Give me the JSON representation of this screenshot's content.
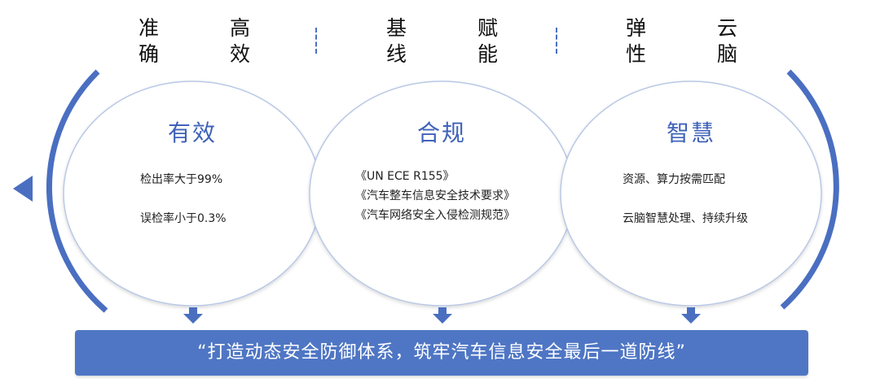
{
  "headers": [
    {
      "left_top": "准",
      "left_bottom": "确",
      "right_top": "高",
      "right_bottom": "效"
    },
    {
      "left_top": "基",
      "left_bottom": "线",
      "right_top": "赋",
      "right_bottom": "能"
    },
    {
      "left_top": "弹",
      "left_bottom": "性",
      "right_top": "云",
      "right_bottom": "脑"
    }
  ],
  "circles": [
    {
      "title": "有效",
      "lines": [
        "检出率大于99%",
        "误检率小于0.3%"
      ]
    },
    {
      "title": "合规",
      "lines": [
        "《UN ECE R155》",
        "《汽车整车信息安全技术要求》",
        "《汽车网络安全入侵检测规范》"
      ]
    },
    {
      "title": "智慧",
      "lines": [
        "资源、算力按需匹配",
        "云脑智慧处理、持续升级"
      ]
    }
  ],
  "banner": {
    "text": "“打造动态安全防御体系，筑牢汽车信息安全最后一道防线”"
  },
  "colors": {
    "accent": "#4f76c4",
    "title": "#3f62b8",
    "circle_border": "#b9c8e6"
  }
}
